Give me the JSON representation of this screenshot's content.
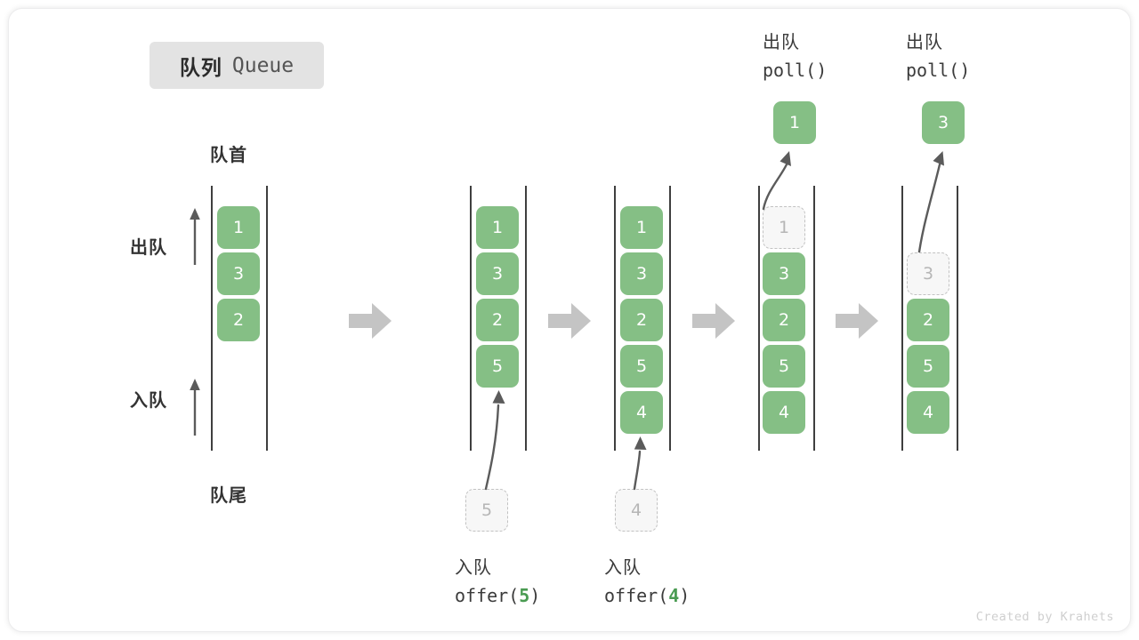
{
  "title": {
    "cn": "队列",
    "en": "Queue"
  },
  "labels": {
    "head": "队首",
    "tail": "队尾",
    "dequeue": "出队",
    "enqueue": "入队"
  },
  "watermark": "Created by Krahets",
  "colors": {
    "element_green": "#85bf85",
    "ghost_fill": "#f7f7f7",
    "ghost_border": "#c2c2c2",
    "ghost_text": "#b6b6b6",
    "rail": "#3f3f3f",
    "step_arrow": "#c4c4c4",
    "badge_bg": "#e3e3e3",
    "accent_number": "#4a9b52",
    "text_dark": "#333333"
  },
  "stages": [
    {
      "id": "stage-initial",
      "cells": [
        {
          "value": "1",
          "state": "solid"
        },
        {
          "value": "3",
          "state": "solid"
        },
        {
          "value": "2",
          "state": "solid"
        }
      ],
      "caption_cn": "",
      "caption_code": "",
      "incoming": null,
      "outgoing": null
    },
    {
      "id": "stage-offer-5",
      "cells": [
        {
          "value": "1",
          "state": "solid"
        },
        {
          "value": "3",
          "state": "solid"
        },
        {
          "value": "2",
          "state": "solid"
        },
        {
          "value": "5",
          "state": "solid"
        }
      ],
      "caption_cn": "入队",
      "caption_code_prefix": "offer(",
      "caption_code_value": "5",
      "caption_code_suffix": ")",
      "incoming": {
        "value": "5"
      },
      "outgoing": null
    },
    {
      "id": "stage-offer-4",
      "cells": [
        {
          "value": "1",
          "state": "solid"
        },
        {
          "value": "3",
          "state": "solid"
        },
        {
          "value": "2",
          "state": "solid"
        },
        {
          "value": "5",
          "state": "solid"
        },
        {
          "value": "4",
          "state": "solid"
        }
      ],
      "caption_cn": "入队",
      "caption_code_prefix": "offer(",
      "caption_code_value": "4",
      "caption_code_suffix": ")",
      "incoming": {
        "value": "4"
      },
      "outgoing": null
    },
    {
      "id": "stage-poll-1",
      "cells": [
        {
          "value": "1",
          "state": "ghost"
        },
        {
          "value": "3",
          "state": "solid"
        },
        {
          "value": "2",
          "state": "solid"
        },
        {
          "value": "5",
          "state": "solid"
        },
        {
          "value": "4",
          "state": "solid"
        }
      ],
      "caption_cn": "出队",
      "caption_code": "poll()",
      "incoming": null,
      "outgoing": {
        "value": "1"
      }
    },
    {
      "id": "stage-poll-3",
      "cells": [
        {
          "value": "",
          "state": "empty"
        },
        {
          "value": "3",
          "state": "ghost"
        },
        {
          "value": "2",
          "state": "solid"
        },
        {
          "value": "5",
          "state": "solid"
        },
        {
          "value": "4",
          "state": "solid"
        }
      ],
      "caption_cn": "出队",
      "caption_code": "poll()",
      "incoming": null,
      "outgoing": {
        "value": "3"
      }
    }
  ]
}
